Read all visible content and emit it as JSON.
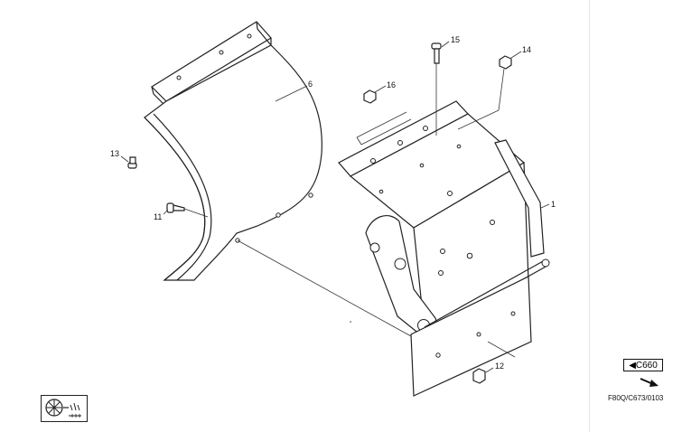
{
  "callouts": {
    "c1": "1",
    "c6": "6",
    "c11": "11",
    "c12": "12",
    "c13": "13",
    "c14": "14",
    "c15": "15",
    "c16": "16"
  },
  "reference": {
    "link_label": "C660",
    "link_icon": "left-triangle-arrow-icon",
    "direction_icon": "diagonal-arrow-down-right-icon",
    "drawing_code": "F80Q/C673/0103"
  },
  "logo_icon": "fan-engine-symbol-icon"
}
